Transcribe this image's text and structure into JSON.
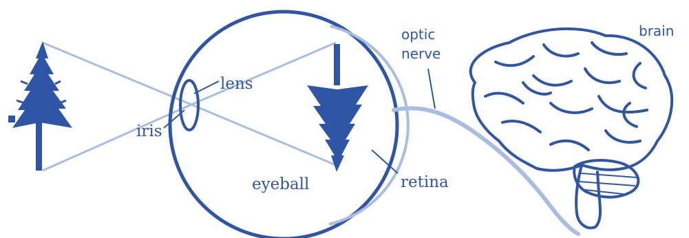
{
  "labels": {
    "lens": "lens",
    "iris": "iris",
    "eyeball": "eyeball",
    "retina": "retina",
    "optic_nerve_line1": "optic",
    "optic_nerve_line2": "nerve",
    "brain": "brain"
  },
  "colors": {
    "primary": "#2f56a6",
    "light": "#a9bde3",
    "background": "#ffffff"
  },
  "icons": [
    "tree-icon",
    "inverted-tree-icon",
    "brain-icon"
  ]
}
